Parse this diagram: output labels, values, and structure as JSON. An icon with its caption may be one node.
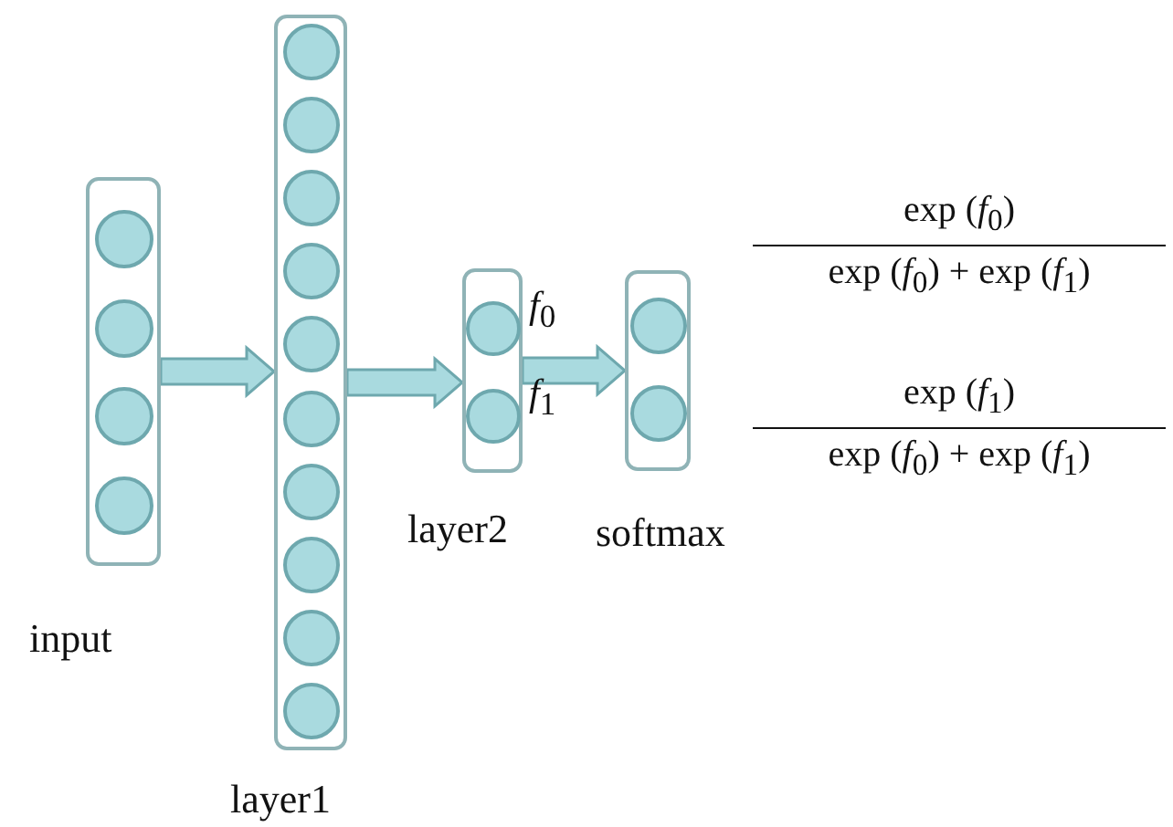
{
  "diagram": {
    "nodes": [
      {
        "text": [
          "input"
        ]
      },
      {
        "text": [],
        "shape": "circle",
        "in": 0
      },
      {
        "text": [],
        "shape": "circle",
        "in": 0
      },
      {
        "text": [],
        "shape": "circle",
        "in": 0
      },
      {
        "text": [],
        "shape": "circle",
        "in": 0
      },
      {
        "text": [
          "layer1"
        ]
      },
      {
        "text": [],
        "shape": "circle",
        "in": 5
      },
      {
        "text": [],
        "shape": "circle",
        "in": 5
      },
      {
        "text": [],
        "shape": "circle",
        "in": 5
      },
      {
        "text": [],
        "shape": "circle",
        "in": 5
      },
      {
        "text": [],
        "shape": "circle",
        "in": 5
      },
      {
        "text": [],
        "shape": "circle",
        "in": 5
      },
      {
        "text": [],
        "shape": "circle",
        "in": 5
      },
      {
        "text": [],
        "shape": "circle",
        "in": 5
      },
      {
        "text": [],
        "shape": "circle",
        "in": 5
      },
      {
        "text": [],
        "shape": "circle",
        "in": 5
      },
      {
        "text": [
          "layer2"
        ]
      },
      {
        "text": [],
        "shape": "circle",
        "in": 16,
        "beside": [
          "*f*$_{0}$"
        ]
      },
      {
        "text": [],
        "shape": "circle",
        "in": 16,
        "beside": [
          "*f*$_{1}$"
        ]
      },
      {
        "text": [
          "softmax"
        ]
      },
      {
        "text": [],
        "shape": "circle",
        "in": 19
      },
      {
        "text": [],
        "shape": "circle",
        "in": 19
      }
    ],
    "edges": [
      {
        "from": 0,
        "to": 5,
        "arrow": "to",
        "style": "thick"
      },
      {
        "from": 5,
        "to": 16,
        "arrow": "to",
        "style": "thick"
      },
      {
        "from": 16,
        "to": 19,
        "arrow": "to",
        "style": "thick"
      }
    ],
    "labels": [
      "exp (*f*$_{0}$)",
      "exp (*f*$_{0}$) + exp (*f*$_{1}$)",
      "exp (*f*$_{1}$)",
      "exp (*f*$_{0}$) + exp (*f*$_{1}$)"
    ]
  }
}
